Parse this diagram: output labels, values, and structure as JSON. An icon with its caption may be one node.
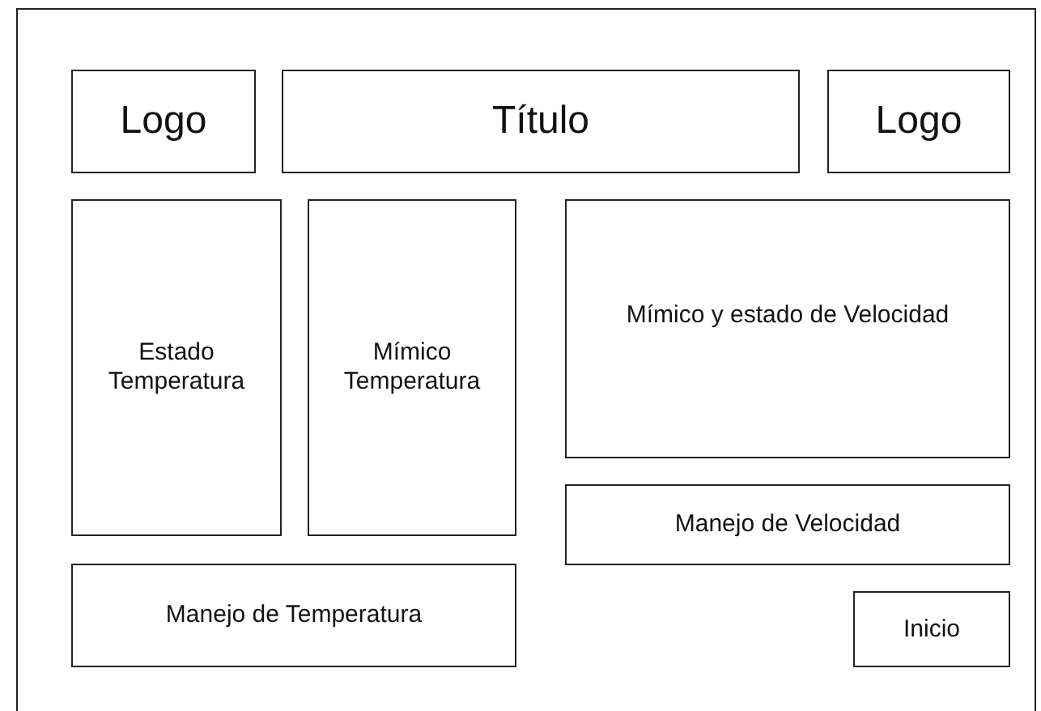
{
  "diagram": {
    "nodes": [
      {
        "text": [],
        "shape": "box"
      },
      {
        "text": [
          "Logo"
        ],
        "in": 0
      },
      {
        "text": [
          "Título"
        ],
        "in": 0
      },
      {
        "text": [
          "Logo"
        ],
        "in": 0
      },
      {
        "text": [
          "Estado Temperatura"
        ],
        "in": 0
      },
      {
        "text": [
          "Mímico Temperatura"
        ],
        "in": 0
      },
      {
        "text": [
          "Mímico y estado de Velocidad"
        ],
        "in": 0
      },
      {
        "text": [
          "Manejo de Velocidad"
        ],
        "in": 0
      },
      {
        "text": [
          "Manejo de Temperatura"
        ],
        "in": 0
      },
      {
        "text": [
          "Inicio"
        ],
        "in": 0
      }
    ]
  }
}
